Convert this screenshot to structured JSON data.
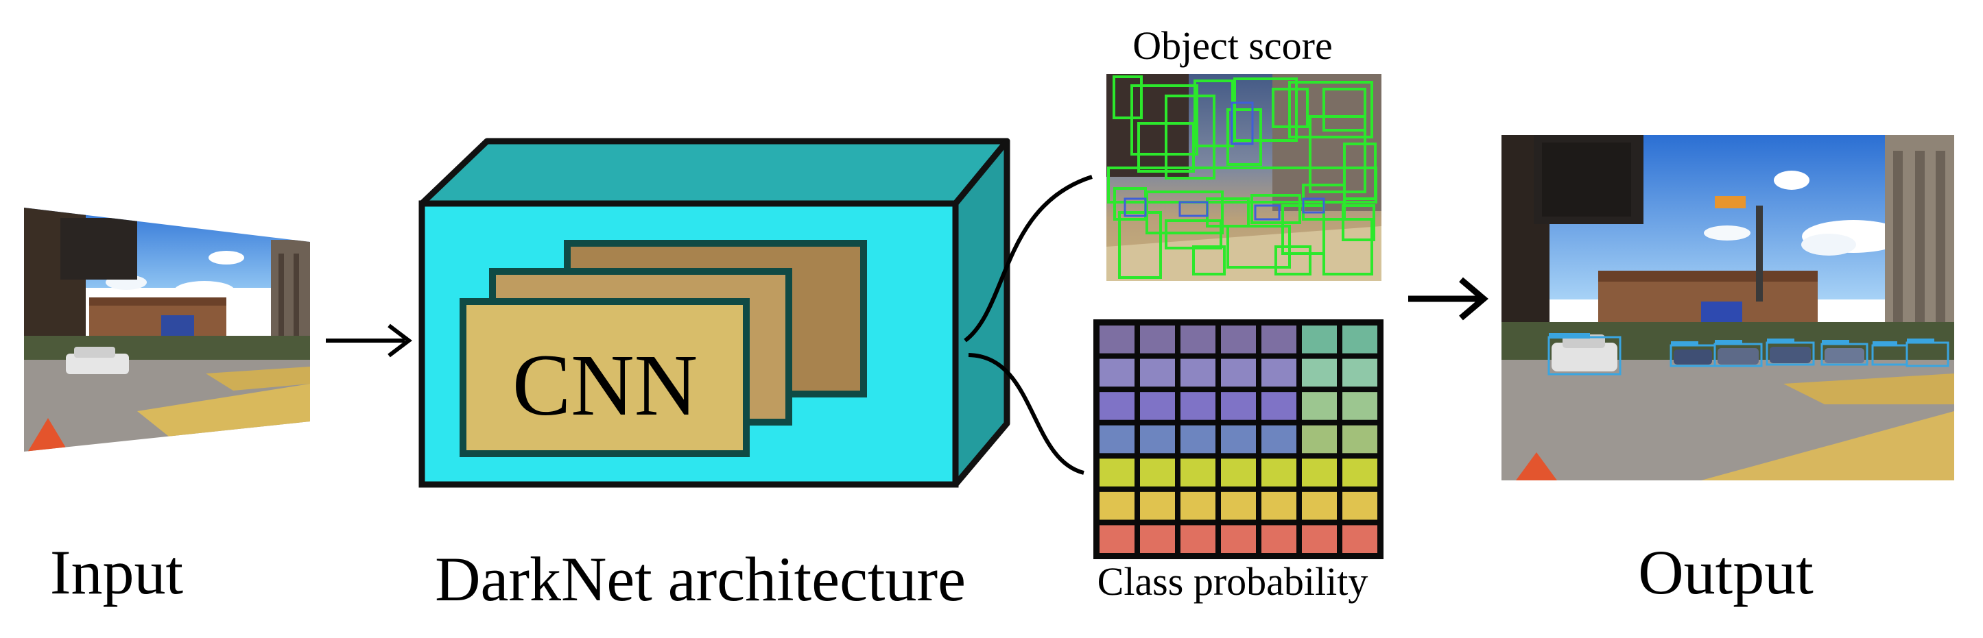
{
  "labels": {
    "input": "Input",
    "architecture": "DarkNet architecture",
    "cnn": "CNN",
    "object_score": "Object score",
    "class_probability": "Class probability",
    "output": "Output"
  },
  "colors": {
    "cube_front": "#2ee6ef",
    "cube_top": "#29aeb0",
    "cube_side": "#239c9e",
    "layer_back": "#a8834e",
    "layer_mid": "#bf9c60",
    "layer_front": "#d8bd6a",
    "layer_border": "#0f4a45",
    "object_box": "#2ce82c"
  },
  "class_probability_grid": {
    "rows": 7,
    "cols": 7,
    "row_colors": [
      "#7d6fa2",
      "#8d86c2",
      "#7f73c6",
      "#6d85bf",
      "#c8d23a",
      "#e0c34f",
      "#e07060"
    ]
  }
}
